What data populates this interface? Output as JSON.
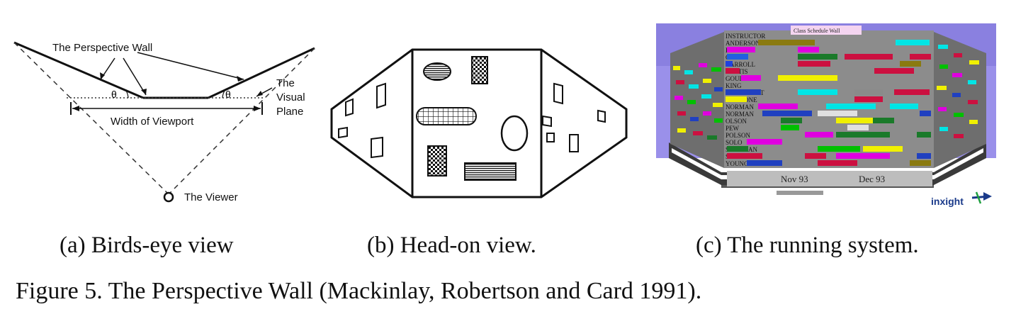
{
  "panel_a": {
    "label_wall": "The Perspective Wall",
    "label_visual": "The",
    "label_visual2": "Visual",
    "label_plane": "Plane",
    "label_viewport": "Width of Viewport",
    "label_viewer": "The Viewer",
    "theta": "θ"
  },
  "panel_c": {
    "wall_title": "Class Schedule Wall",
    "instructors": [
      "INSTRUCTOR",
      "ANDERSON",
      "BROOKS",
      "CREWS",
      "CARROLL",
      "CURTIS",
      "GOULD",
      "KING",
      "SOUTHWEST",
      "MAYBONE",
      "NORMAN",
      "NORMAN",
      "OLSON",
      "PEW",
      "POLSON",
      "SOLO",
      "SPIELMAN",
      "SWANSON",
      "YOUNG"
    ],
    "date1": "Nov 93",
    "date2": "Dec 93",
    "brand": "inxight"
  },
  "captions": {
    "a": "(a) Birds-eye view",
    "b": "(b) Head-on view.",
    "c": "(c) The running system."
  },
  "figure_title": "Figure 5. The Perspective Wall (Mackinlay, Robertson and Card 1991)."
}
